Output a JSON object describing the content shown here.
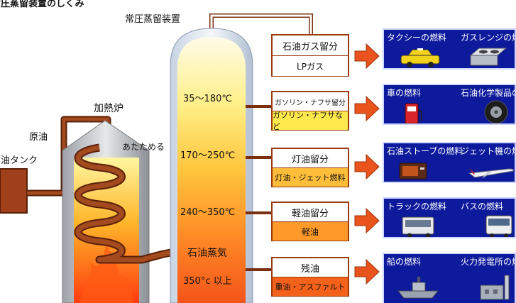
{
  "header": {
    "title": "常圧蒸留装置のしくみ"
  },
  "column": {
    "label": "常圧蒸留装置"
  },
  "furnace": {
    "label": "加熱炉",
    "heat_label": "あたためる"
  },
  "crude": {
    "label": "原油",
    "tank_label": "原油タンク"
  },
  "steam": {
    "label": "石油蒸気"
  },
  "temperatures": [
    "35～180℃",
    "170～250℃",
    "240～350℃",
    "350°c 以上"
  ],
  "fractions": [
    {
      "name": "石油ガス留分",
      "product": "LPガス",
      "color": "#ffffff"
    },
    {
      "name": "ガソリン・ナフサ留分",
      "product": "ガソリン・ナフサなど",
      "color": "#ffe94d"
    },
    {
      "name": "灯油留分",
      "product": "灯油・ジェット燃料",
      "color": "#ffbe3a"
    },
    {
      "name": "軽油留分",
      "product": "軽油",
      "color": "#ff9a2a"
    },
    {
      "name": "残油",
      "product": "重油・アスファルト",
      "color": "#f4611a"
    }
  ],
  "uses": [
    {
      "u1": "タクシーの燃料",
      "u2": "ガスレンジの燃料",
      "icon1": "taxi-icon",
      "icon2": "gas-range-icon"
    },
    {
      "u1": "車の燃料",
      "u2": "石油化学製品の原料",
      "icon1": "fuel-pump-icon",
      "icon2": "tire-icon"
    },
    {
      "u1": "石油ストーブの燃料",
      "u2": "ジェット機の燃料",
      "icon1": "stove-icon",
      "icon2": "jet-icon"
    },
    {
      "u1": "トラックの燃料",
      "u2": "バスの燃料",
      "icon1": "truck-icon",
      "icon2": "bus-icon"
    },
    {
      "u1": "船の燃料",
      "u2": "火力発電所の燃料",
      "icon1": "ship-icon",
      "icon2": "power-plant-icon"
    }
  ],
  "colors": {
    "accent_blue": "#0d1a9c",
    "arrow": "#e8541c",
    "pipe": "#7a3010"
  }
}
